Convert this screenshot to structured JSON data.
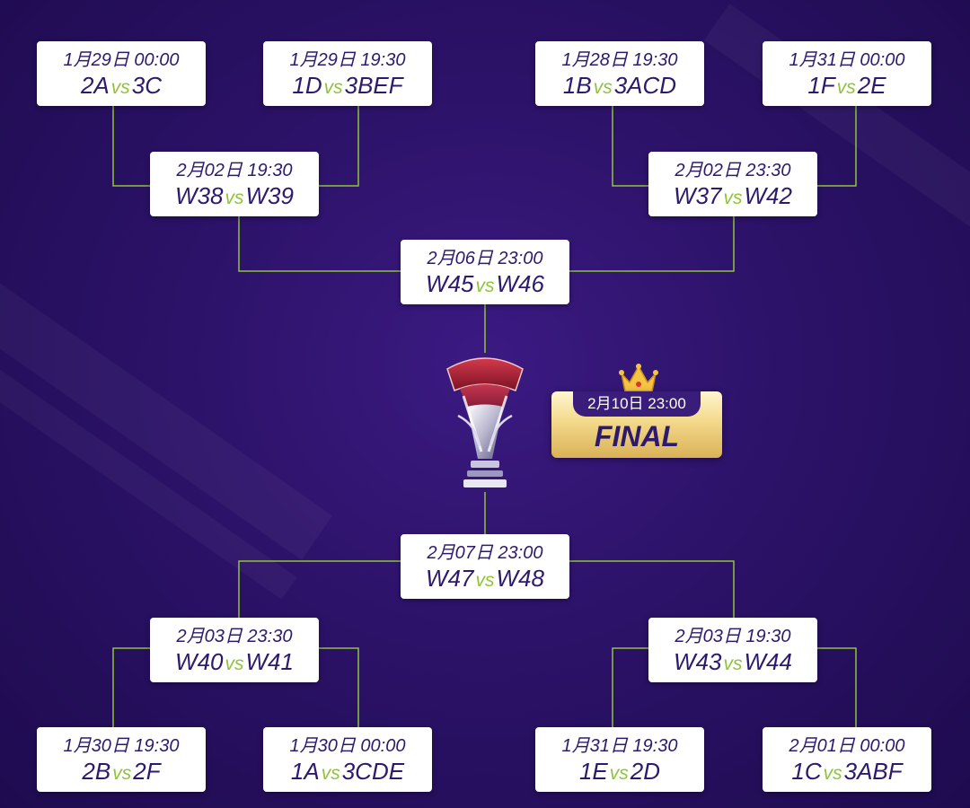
{
  "colors": {
    "background": "#2c1268",
    "card": "#ffffff",
    "text": "#2d1a6e",
    "vs": "#8fc43a",
    "connector": "#8fc43a",
    "final_gold": "#f3d98b"
  },
  "matches": {
    "r16_1": {
      "time": "1月29日 00:00",
      "home": "2A",
      "vs": "vs",
      "away": "3C"
    },
    "r16_2": {
      "time": "1月29日 19:30",
      "home": "1D",
      "vs": "vs",
      "away": "3BEF"
    },
    "r16_3": {
      "time": "1月28日 19:30",
      "home": "1B",
      "vs": "vs",
      "away": "3ACD"
    },
    "r16_4": {
      "time": "1月31日 00:00",
      "home": "1F",
      "vs": "vs",
      "away": "2E"
    },
    "qf_1": {
      "time": "2月02日 19:30",
      "home": "W38",
      "vs": "vs",
      "away": "W39"
    },
    "qf_2": {
      "time": "2月02日 23:30",
      "home": "W37",
      "vs": "vs",
      "away": "W42"
    },
    "sf_1": {
      "time": "2月06日 23:00",
      "home": "W45",
      "vs": "vs",
      "away": "W46"
    },
    "sf_2": {
      "time": "2月07日 23:00",
      "home": "W47",
      "vs": "vs",
      "away": "W48"
    },
    "qf_3": {
      "time": "2月03日 23:30",
      "home": "W40",
      "vs": "vs",
      "away": "W41"
    },
    "qf_4": {
      "time": "2月03日 19:30",
      "home": "W43",
      "vs": "vs",
      "away": "W44"
    },
    "r16_5": {
      "time": "1月30日 19:30",
      "home": "2B",
      "vs": "vs",
      "away": "2F"
    },
    "r16_6": {
      "time": "1月30日 00:00",
      "home": "1A",
      "vs": "vs",
      "away": "3CDE"
    },
    "r16_7": {
      "time": "1月31日 19:30",
      "home": "1E",
      "vs": "vs",
      "away": "2D"
    },
    "r16_8": {
      "time": "2月01日 00:00",
      "home": "1C",
      "vs": "vs",
      "away": "3ABF"
    }
  },
  "final": {
    "date": "2月10日 23:00",
    "label": "FINAL"
  },
  "icons": {
    "trophy": "trophy-icon",
    "crown": "crown-icon"
  }
}
